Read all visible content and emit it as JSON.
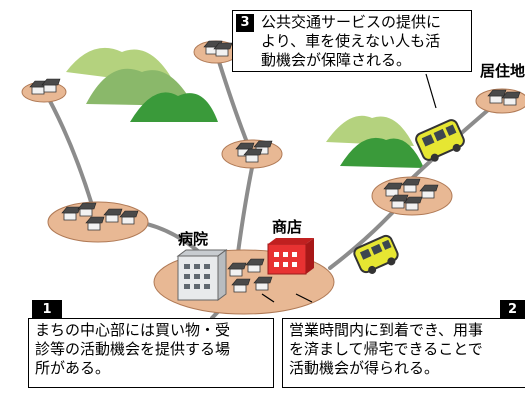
{
  "labels": {
    "hospital": "病院",
    "shop": "商店",
    "residential": "居住地"
  },
  "callouts": [
    {
      "number": "1",
      "lines": [
        "まちの中心部には買い物・受",
        "診等の活動機会を提供する場",
        "所がある。"
      ]
    },
    {
      "number": "2",
      "lines": [
        "営業時間内に到着でき、用事",
        "を済まして帰宅できることで",
        "活動機会が得られる。"
      ]
    },
    {
      "number": "3",
      "lines": [
        "公共交通サービスの提供に",
        "より、車を使えない人も活",
        "動機会が保障される。"
      ]
    }
  ],
  "colors": {
    "settlement": "#e8b894",
    "road": "#8c8c8c",
    "mountain_dark": "#3a9a3a",
    "mountain_mid": "#8ab86a",
    "mountain_light": "#b4d27e",
    "bus": "#e6e632",
    "shop": "#e83232",
    "hospital": "#e8eaec"
  },
  "icons": [
    "house-icon",
    "bus-icon",
    "hospital-icon",
    "shop-icon",
    "mountain-icon"
  ]
}
